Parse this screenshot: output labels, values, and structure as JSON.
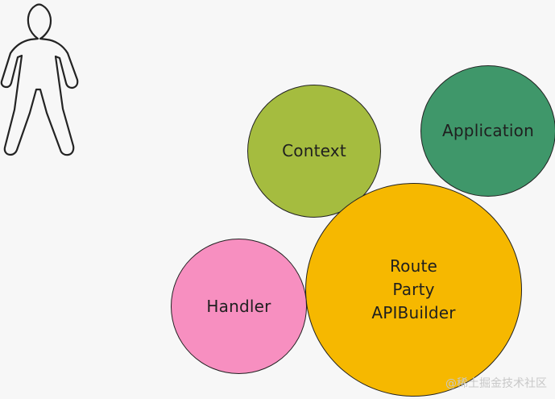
{
  "figure": {
    "icon": "person-outline-icon"
  },
  "circles": {
    "context": {
      "label": "Context",
      "color": "#a5bc3f"
    },
    "application": {
      "label": "Application",
      "color": "#3f976a"
    },
    "route_party_apibuilder": {
      "lines": [
        "Route",
        "Party",
        "APIBuilder"
      ],
      "color": "#f6b800"
    },
    "handler": {
      "label": "Handler",
      "color": "#f78fc0"
    }
  },
  "watermark": {
    "text": "@稀土掘金技术社区"
  }
}
